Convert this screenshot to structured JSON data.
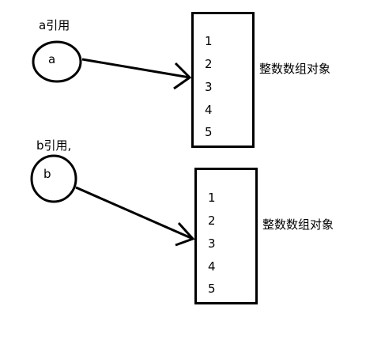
{
  "references": [
    {
      "label": "a引用",
      "variable": "a"
    },
    {
      "label": "b引用,",
      "variable": "b"
    }
  ],
  "arrays": [
    {
      "items": [
        "1",
        "2",
        "3",
        "4",
        "5"
      ],
      "label": "整数数组对象"
    },
    {
      "items": [
        "1",
        "2",
        "3",
        "4",
        "5"
      ],
      "label": "整数数组对象"
    }
  ]
}
